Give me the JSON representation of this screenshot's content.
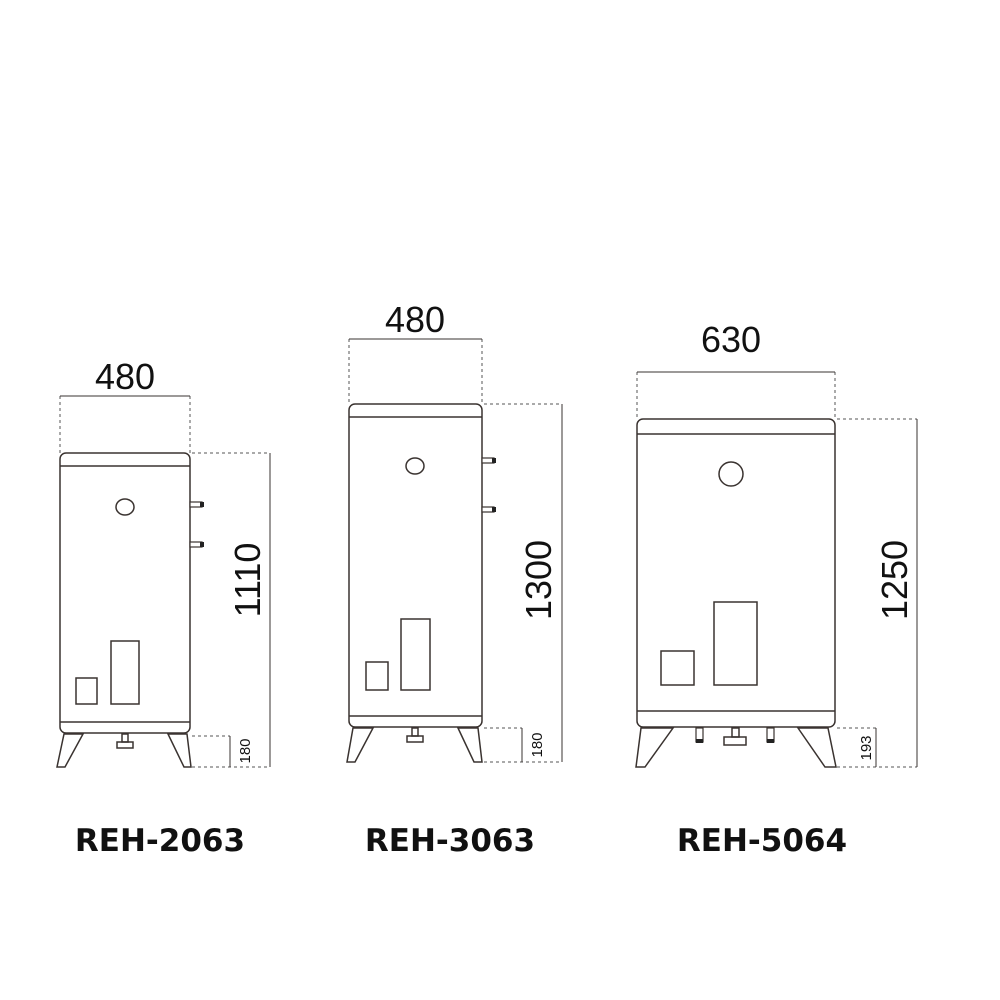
{
  "units": [
    {
      "model": "REH-2063",
      "width": "480",
      "height": "1110",
      "leg_height": "180"
    },
    {
      "model": "REH-3063",
      "width": "480",
      "height": "1300",
      "leg_height": "180"
    },
    {
      "model": "REH-5064",
      "width": "630",
      "height": "1250",
      "leg_height": "193"
    }
  ]
}
